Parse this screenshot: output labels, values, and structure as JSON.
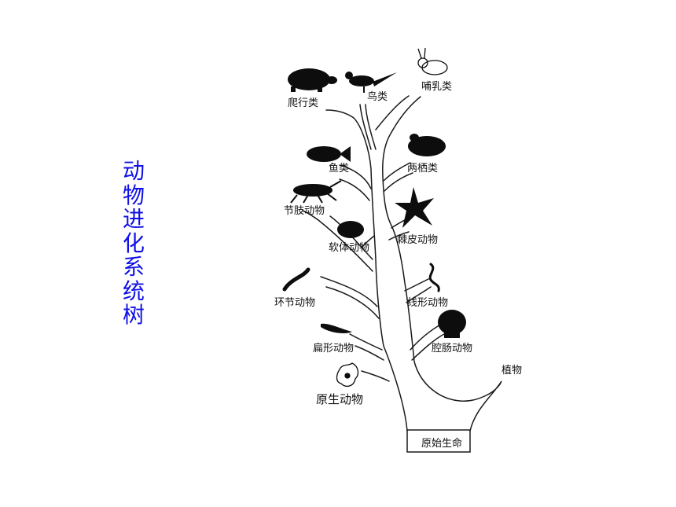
{
  "title": "动物进化系统树",
  "colors": {
    "title": "#1010e6",
    "line": "#1a1a1a",
    "animal": "#0d0d0d"
  },
  "labels": {
    "reptiles": "爬行类",
    "birds": "鸟类",
    "mammals": "哺乳类",
    "fish": "鱼类",
    "amphibians": "两栖类",
    "arthropods": "节肢动物",
    "echinoderms": "棘皮动物",
    "mollusks": "软体动物",
    "annelids": "环节动物",
    "nematodes": "线形动物",
    "flatworms": "扁形动物",
    "cnidarians": "腔肠动物",
    "protozoa": "原生动物",
    "plants": "植物",
    "origin": "原始生命"
  }
}
